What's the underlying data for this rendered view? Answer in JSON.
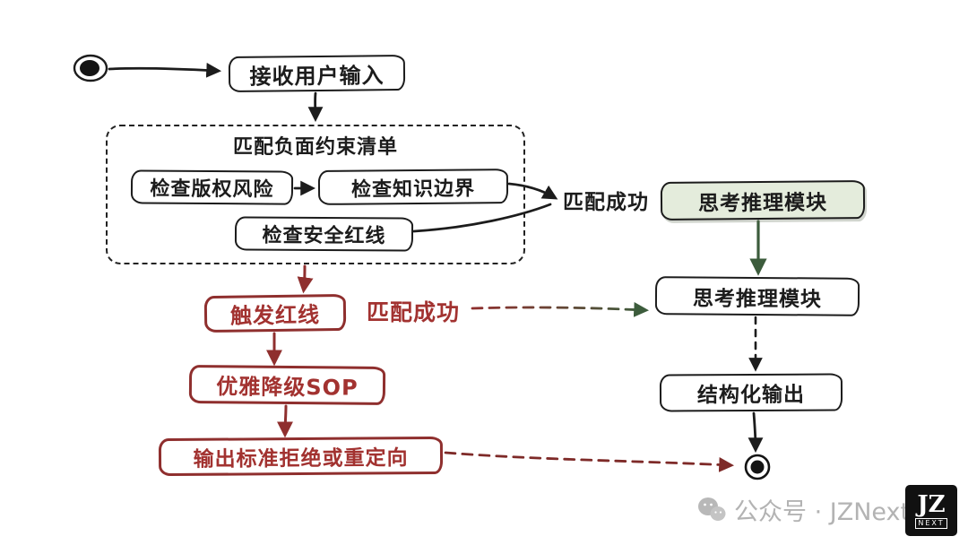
{
  "diagram": {
    "nodes": {
      "receive_input": "接收用户输入",
      "group_title": "匹配负面约束清单",
      "check_copyright": "检查版权风险",
      "check_knowledge": "检查知识边界",
      "check_safety": "检查安全红线",
      "match_success_black": "匹配成功",
      "think_module_top": "思考推理模块",
      "think_module_mid": "思考推理模块",
      "structured_output": "结构化输出",
      "trigger_redline": "触发红线",
      "match_success_red": "匹配成功",
      "graceful_downgrade": "优雅降级SOP",
      "output_rejection": "输出标准拒绝或重定向"
    },
    "colors": {
      "ink": "#1c1c1c",
      "red_path": "#8f2f2e",
      "red_text": "#a23230",
      "green_dark": "#3c5c3c",
      "green_fill": "#e4ecdc"
    }
  },
  "watermark": {
    "account_text": "公众号 · JZNext",
    "logo_top": "JZ",
    "logo_bottom": "NEXT"
  }
}
